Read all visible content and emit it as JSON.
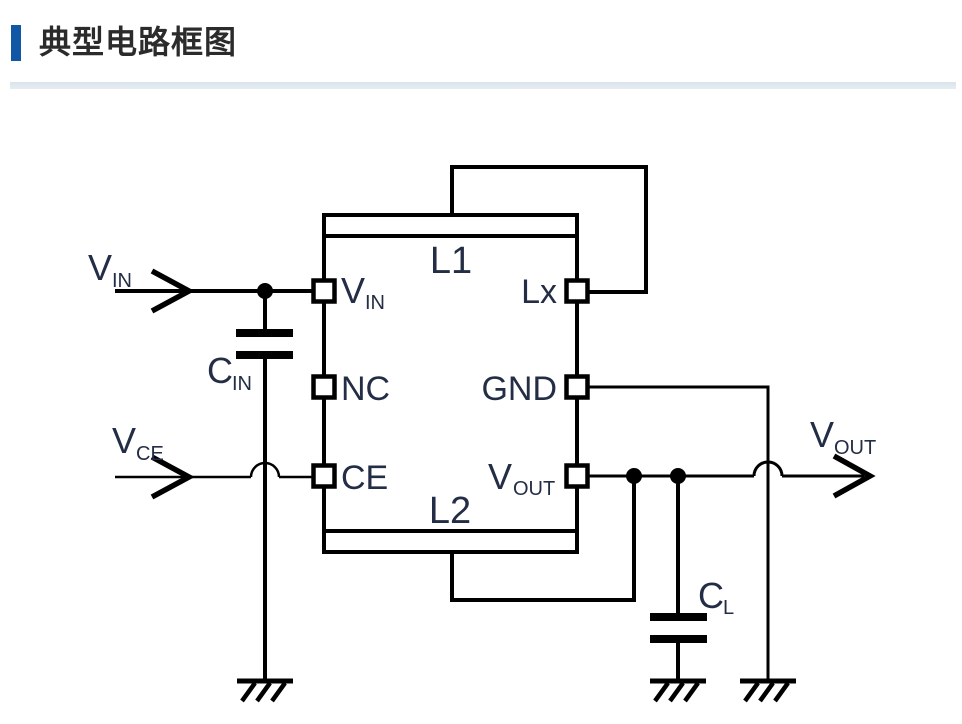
{
  "header": {
    "title": "典型电路框图"
  },
  "colors": {
    "accent": "#1257a5",
    "divider": "#dce6ec",
    "line": "#000000",
    "label": "#232d45",
    "title_text": "#2b2b2b"
  },
  "ic": {
    "inductor_top_label": "L1",
    "inductor_bottom_label": "L2",
    "pins": {
      "vin": {
        "main": "V",
        "sub": "IN"
      },
      "nc": {
        "main": "NC",
        "sub": ""
      },
      "ce": {
        "main": "CE",
        "sub": ""
      },
      "lx": {
        "main": "Lx",
        "sub": ""
      },
      "gnd": {
        "main": "GND",
        "sub": ""
      },
      "vout": {
        "main": "V",
        "sub": "OUT"
      }
    }
  },
  "signals": {
    "vin": {
      "main": "V",
      "sub": "IN"
    },
    "vce": {
      "main": "V",
      "sub": "CE"
    },
    "vout": {
      "main": "V",
      "sub": "OUT"
    }
  },
  "components": {
    "cin": {
      "main": "C",
      "sub": "IN"
    },
    "cl": {
      "main": "C",
      "sub": "L"
    }
  }
}
